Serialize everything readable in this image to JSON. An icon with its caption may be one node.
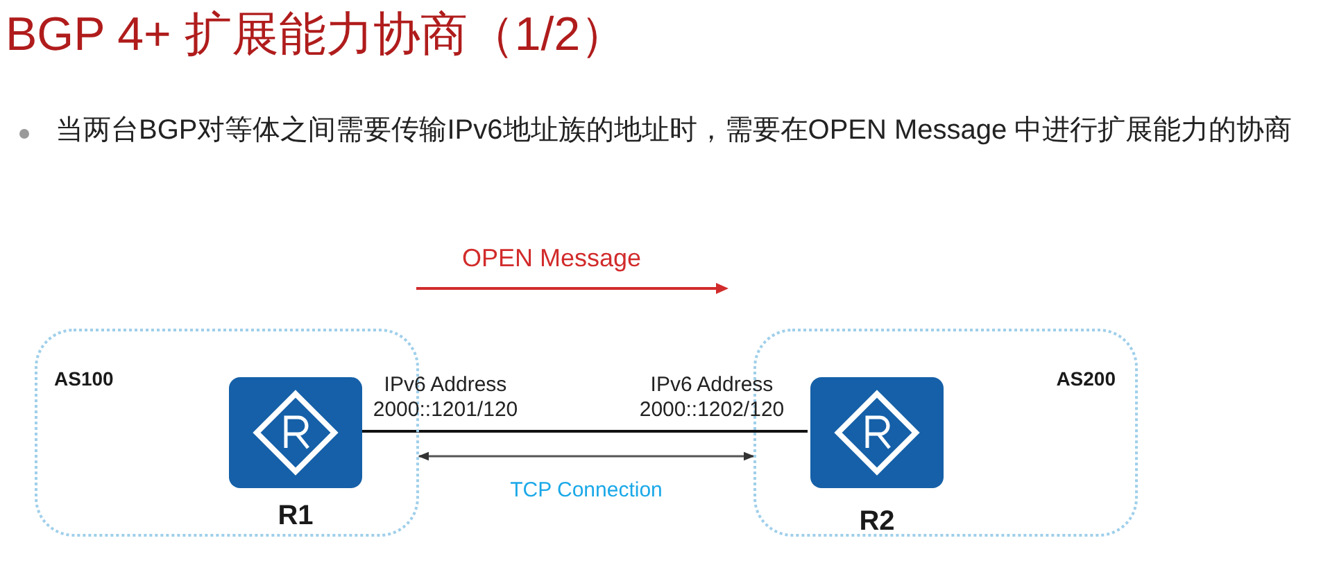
{
  "diagram": {
    "title": "BGP 4+ 扩展能力协商（1/2）",
    "nodes": [
      {
        "text": [
          "AS100"
        ]
      },
      {
        "text": [
          "R1"
        ],
        "in": 0,
        "beside": [
          "IPv6 Address 2000::1201/120"
        ]
      },
      {
        "text": [
          "AS200"
        ]
      },
      {
        "text": [
          "R2"
        ],
        "in": 2,
        "beside": [
          "IPv6 Address 2000::1202/120"
        ]
      }
    ],
    "edges": [
      {
        "from": 1,
        "to": 3,
        "arrow": "none"
      },
      {
        "from": 0,
        "to": 2,
        "arrow": "both",
        "label": "TCP Connection"
      }
    ],
    "labels": [
      "当两台BGP对等体之间需要传输IPv6地址族的地址时，需要在OPEN Message 中进行扩展能力的协商",
      "OPEN Message"
    ]
  }
}
